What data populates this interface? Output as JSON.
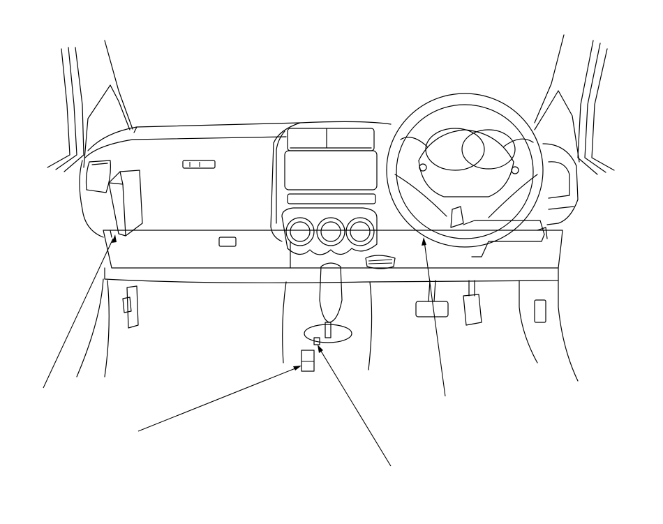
{
  "diagram": {
    "type": "vehicle-interior-line-drawing",
    "drive_side": "right-hand-drive",
    "stroke_color": "#000000",
    "background_color": "#ffffff",
    "labels": [],
    "callouts": [
      {
        "id": "callout-glovebox-side",
        "target": "left-kick-panel-component"
      },
      {
        "id": "callout-steering-column",
        "target": "steering-column-underside"
      },
      {
        "id": "callout-console-box",
        "target": "floor-console-connector"
      },
      {
        "id": "callout-shifter-base",
        "target": "shift-lever-base-connector"
      }
    ]
  }
}
